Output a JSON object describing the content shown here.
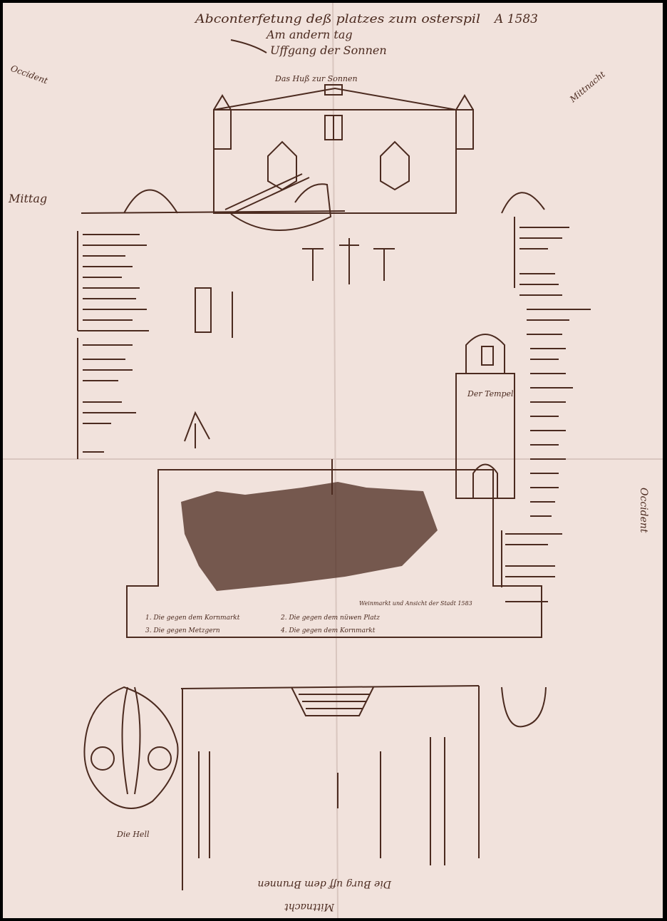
{
  "title": {
    "line1": "Abconterfetung deß platzes zum osterspil",
    "year": "A 1583",
    "line2": "Am andern tag",
    "line3": "Uffgang der Sonnen"
  },
  "labels": {
    "house": "Das Huß zur Sonnen",
    "temple": "Der Tempel",
    "city_caption": "Weinmarkt und Ansicht der Stadt 1583",
    "legend": [
      "1. Die gegen dem Kornmarkt",
      "2. Die gegen dem nüwen Platz",
      "3. Die gegen Metzgern",
      "4. Die gegen dem Kornmarkt"
    ],
    "bottom": "Die Burg uff dem Brunnen",
    "bottom2": "Mittnacht",
    "left_side": "Mittag",
    "right_side": "Occident",
    "left_top": "Occident",
    "right_top": "Mittnacht",
    "hell": "Die Hell"
  },
  "colors": {
    "paper": "#f1e2dc",
    "ink": "#4b2a1f"
  }
}
